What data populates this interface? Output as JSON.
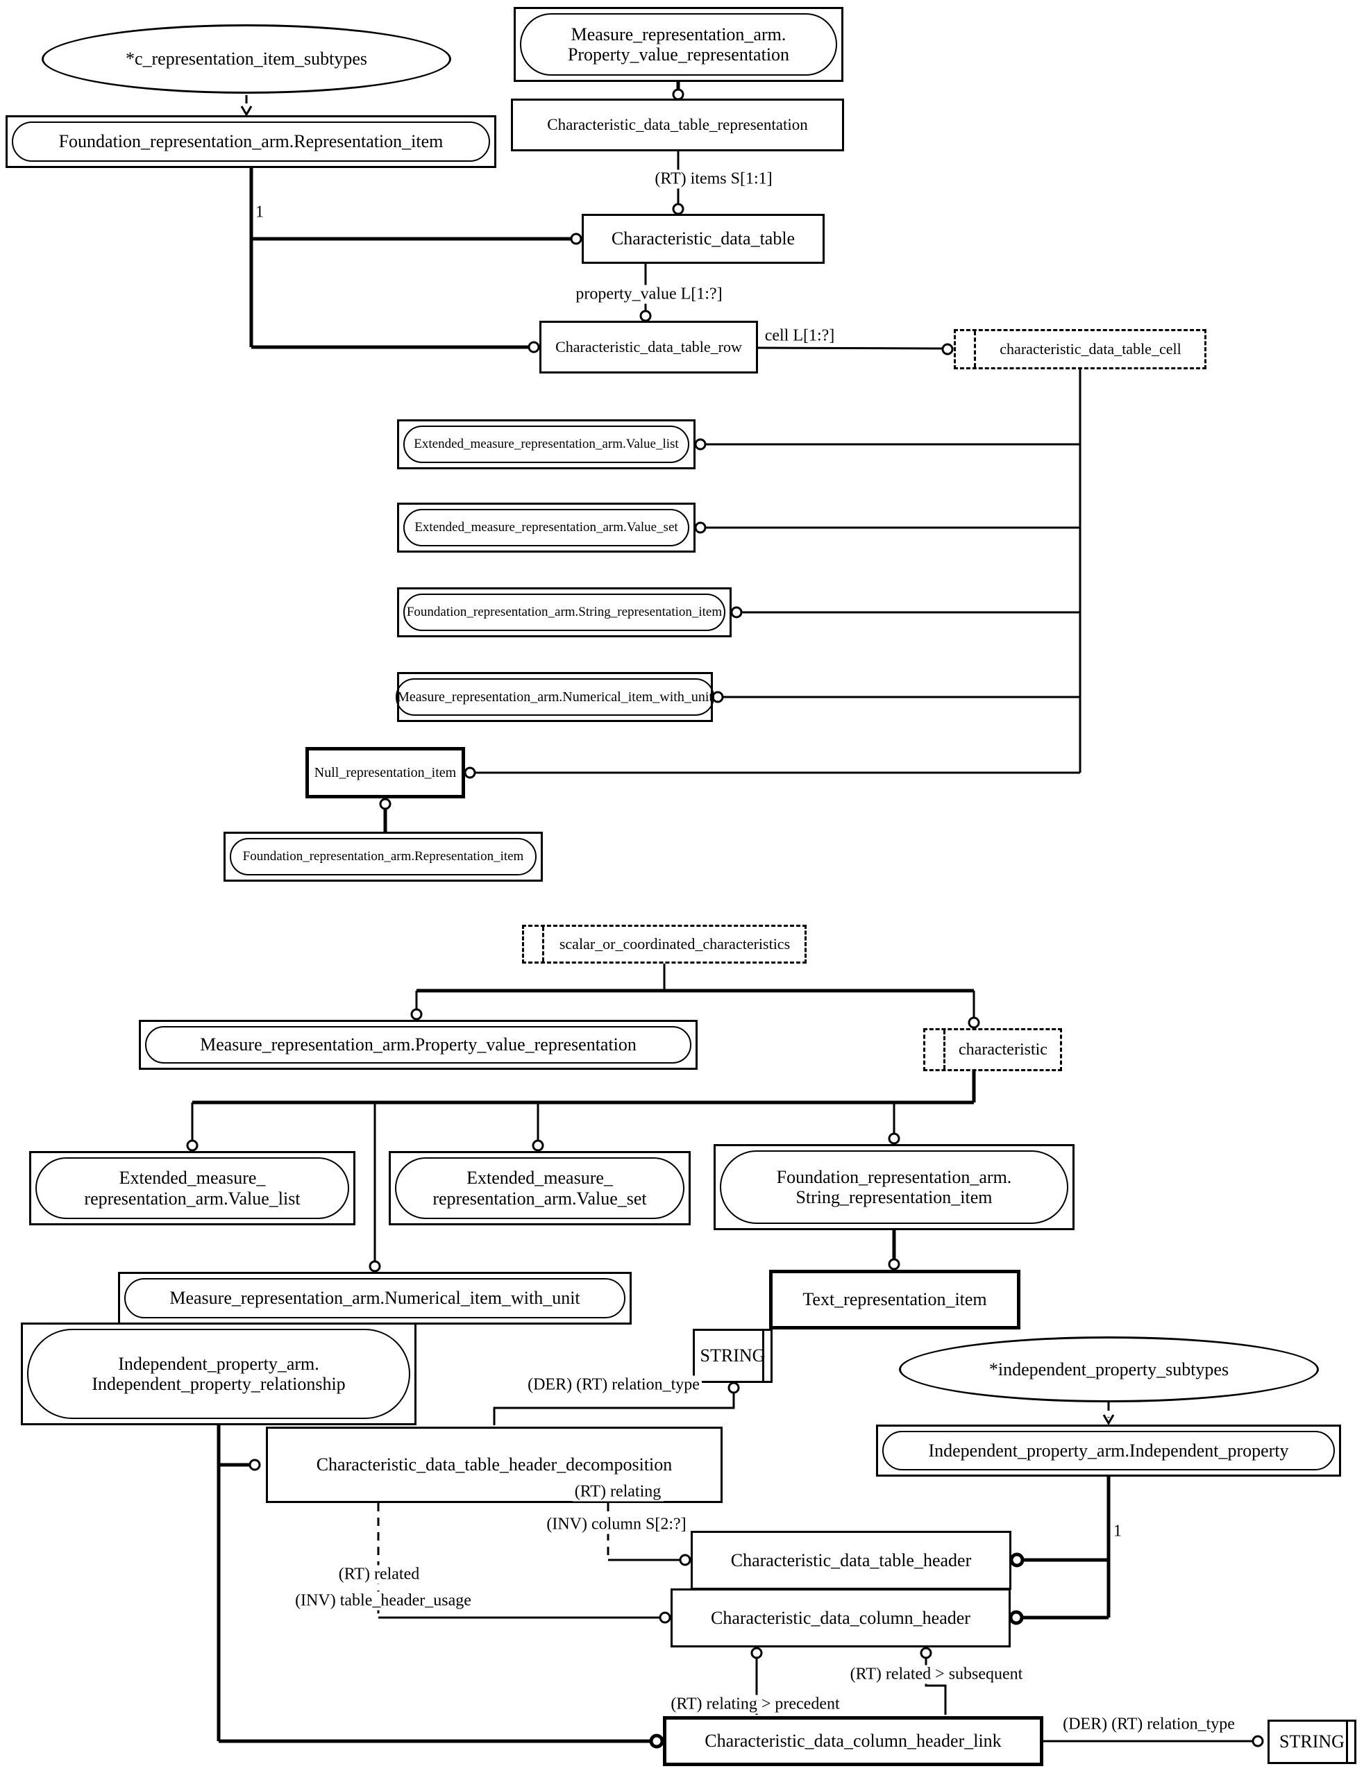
{
  "diagram": {
    "nodes": {
      "c_representation_item_subtypes": {
        "label": "*c_representation_item_subtypes"
      },
      "foundation_representation_item_top": {
        "label": "Foundation_representation_arm.Representation_item"
      },
      "measure_property_value_representation_ref": {
        "line1": "Measure_representation_arm.",
        "line2": "Property_value_representation"
      },
      "characteristic_data_table_representation": {
        "label": "Characteristic_data_table_representation"
      },
      "characteristic_data_table": {
        "label": "Characteristic_data_table"
      },
      "characteristic_data_table_row": {
        "label": "Characteristic_data_table_row"
      },
      "characteristic_data_table_cell": {
        "label": "characteristic_data_table_cell"
      },
      "value_list_ref1": {
        "label": "Extended_measure_representation_arm.Value_list"
      },
      "value_set_ref1": {
        "label": "Extended_measure_representation_arm.Value_set"
      },
      "string_representation_item_ref1": {
        "label": "Foundation_representation_arm.String_representation_item"
      },
      "numerical_item_ref1": {
        "label": "Measure_representation_arm.Numerical_item_with_unit"
      },
      "null_representation_item": {
        "label": "Null_representation_item"
      },
      "foundation_representation_item_bottom": {
        "label": "Foundation_representation_arm.Representation_item"
      },
      "scalar_or_coordinated_characteristics": {
        "label": "scalar_or_coordinated_characteristics"
      },
      "measure_property_value_representation2": {
        "label": "Measure_representation_arm.Property_value_representation"
      },
      "characteristic": {
        "label": "characteristic"
      },
      "value_list_ref2": {
        "line1": "Extended_measure_",
        "line2": "representation_arm.Value_list"
      },
      "value_set_ref2": {
        "line1": "Extended_measure_",
        "line2": "representation_arm.Value_set"
      },
      "string_representation_item_ref2": {
        "line1": "Foundation_representation_arm.",
        "line2": "String_representation_item"
      },
      "numerical_item_ref2": {
        "label": "Measure_representation_arm.Numerical_item_with_unit"
      },
      "text_representation_item": {
        "label": "Text_representation_item"
      },
      "independent_property_relationship_ref": {
        "line1": "Independent_property_arm.",
        "line2": "Independent_property_relationship"
      },
      "string_type_top": {
        "label": "STRING"
      },
      "characteristic_data_table_header_decomposition": {
        "label": "Characteristic_data_table_header_decomposition"
      },
      "independent_property_subtypes": {
        "label": "*independent_property_subtypes"
      },
      "independent_property_ref": {
        "label": "Independent_property_arm.Independent_property"
      },
      "characteristic_data_table_header": {
        "label": "Characteristic_data_table_header"
      },
      "characteristic_data_column_header": {
        "label": "Characteristic_data_column_header"
      },
      "characteristic_data_column_header_link": {
        "label": "Characteristic_data_column_header_link"
      },
      "string_type_bottom": {
        "label": "STRING"
      }
    },
    "edge_labels": {
      "items": "(RT) items S[1:1]",
      "one_top": "1",
      "property_value": "property_value L[1:?]",
      "cell": "cell L[1:?]",
      "der_relation_type_top": "(DER) (RT) relation_type",
      "rt_relating": "(RT) relating",
      "inv_column": "(INV) column S[2:?]",
      "rt_related": "(RT) related",
      "inv_table_header_usage": "(INV) table_header_usage",
      "one_bottom": "1",
      "rt_related_subsequent": "(RT) related > subsequent",
      "rt_relating_precedent": "(RT) relating > precedent",
      "der_relation_type_bottom": "(DER) (RT) relation_type"
    }
  }
}
